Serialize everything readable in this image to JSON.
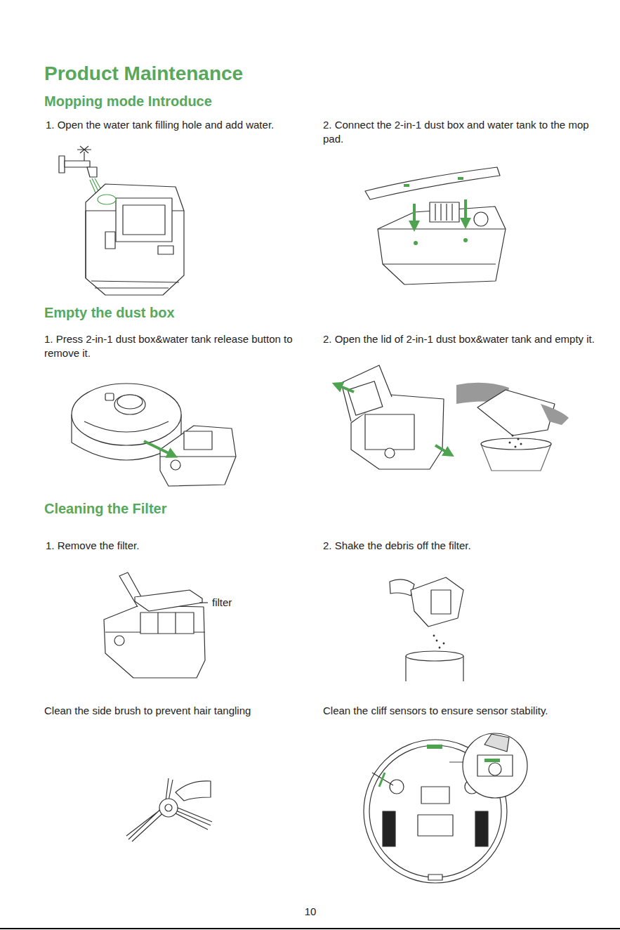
{
  "diagram": {
    "title": "Product Maintenance",
    "labels": [
      "Mopping mode Introduce",
      "1. Open the water tank filling hole and add water.",
      "2. Connect the 2-in-1 dust box and water tank to the mop pad.",
      "Empty the dust box",
      "1. Press 2-in-1 dust box&water tank release button to remove it.",
      "2. Open the lid of 2-in-1 dust box&water tank and empty it.",
      "Cleaning the Filter",
      "1. Remove the filter.",
      "2. Shake the debris off the filter.",
      "filter",
      "Clean the side brush to prevent hair tangling",
      "Clean the cliff sensors to ensure sensor stability.",
      "10"
    ]
  }
}
